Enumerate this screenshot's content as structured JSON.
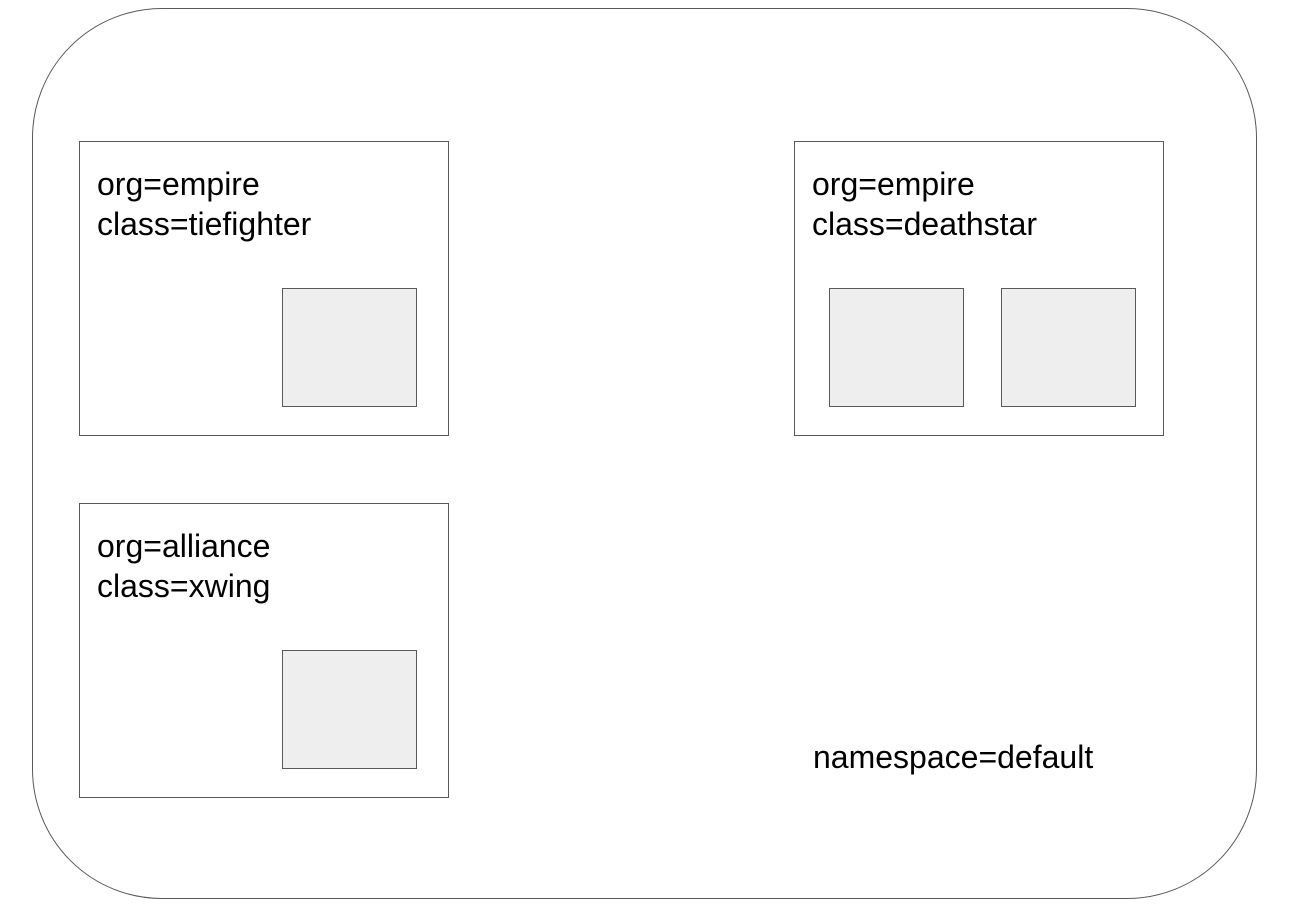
{
  "namespace": {
    "label": "namespace=default"
  },
  "groups": [
    {
      "org": "org=empire",
      "class": "class=tiefighter",
      "pod_count": 1
    },
    {
      "org": "org=empire",
      "class": "class=deathstar",
      "pod_count": 2
    },
    {
      "org": "org=alliance",
      "class": "class=xwing",
      "pod_count": 1
    }
  ],
  "colors": {
    "border": "#595959",
    "pod_fill": "#eeeeee",
    "background": "#ffffff",
    "text": "#000000"
  }
}
